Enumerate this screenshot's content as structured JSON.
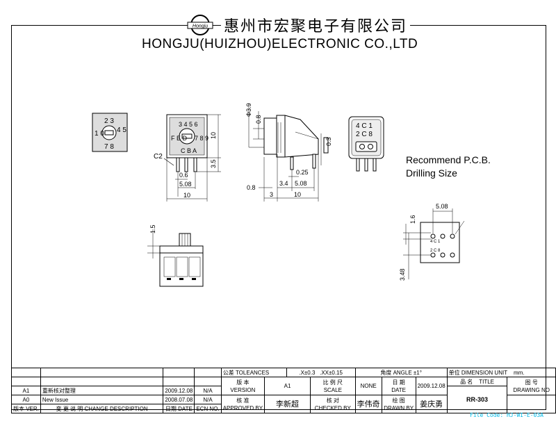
{
  "header": {
    "company_cn": "惠州市宏聚电子有限公司",
    "company_en": "HONGJU(HUIZHOU)ELECTRONIC CO.,LTD",
    "logo_text": "Hongju"
  },
  "drawing": {
    "front_dial_top": "2 3",
    "front_dial_right": "4 5",
    "front_dial_left": "1 0",
    "front_dial_bottom": "7 8",
    "hex_dial_top": "3 4 5 6",
    "hex_dial_left": "F E D",
    "hex_dial_bottom": "C B A",
    "hex_dial_right": "7 8 9",
    "label_c2": "C2",
    "dim_10_vertical": "10",
    "dim_3_5": "3.5",
    "dim_0_6": "0.6",
    "dim_5_08_a": "5.08",
    "dim_10_a": "10",
    "dim_phi_3_9": "Φ3.9",
    "dim_0_8_top": "0.8",
    "dim_0_3": "0.3",
    "dim_0_25": "0.25",
    "dim_3_4": "3.4",
    "dim_5_08_b": "5.08",
    "dim_0_8_left": "0.8",
    "dim_3": "3",
    "dim_10_b": "10",
    "code_top": "4 C 1",
    "code_bottom": "2 C 8",
    "dim_1_5": "1.5",
    "pcb_5_08": "5.08",
    "pcb_1_6": "1.6",
    "pcb_3_48": "3.48",
    "pcb_pin_top": "4 C 1",
    "pcb_pin_bottom": "2 C 8",
    "recommend_line1": "Recommend  P.C.B.",
    "recommend_line2": "Drilling Size"
  },
  "titleblock": {
    "tolerance_label": "公差 TOLEANCES",
    "tol_x": ".X±0.3",
    "tol_xx": ".XX±0.15",
    "angle": "角度 ANGLE ±1°",
    "unit_label": "单位  DIMENSION UNIT",
    "unit_value": "mm.",
    "rows": [
      {
        "ver": "A1",
        "desc": "重新核对整理",
        "date": "2009.12.08",
        "ecn": "N/A"
      },
      {
        "ver": "A0",
        "desc": "New Issue",
        "date": "2008.07.08",
        "ecn": "N/A"
      }
    ],
    "footer_ver": "版本 VER.",
    "footer_desc": "变 更 说 明   CHANGE DESCRIPTION",
    "footer_date": "日期 DATE",
    "footer_ecn": "ECN NO.",
    "version_cn": "版  本",
    "version_en": "VERSION",
    "version_value": "A1",
    "scale_cn": "比 例 尺",
    "scale_en": "SCALE",
    "scale_value": "NONE",
    "date_cn": "日  期",
    "date_en": "DATE",
    "date_value": "2009.12.08",
    "title_cn": "品  名",
    "title_en": "TITLE",
    "dwg_cn": "图    号",
    "dwg_en": "DRAWING NO",
    "approved_cn": "核  准",
    "approved_en": "APPROVED BY",
    "approved_name": "李新超",
    "checked_cn": "核  对",
    "checked_en": "CHECKED BY",
    "checked_name": "李伟奇",
    "drawn_cn": "绘  图",
    "drawn_en": "DRAWN BY",
    "drawn_name": "姜庆勇",
    "part_no": "RR-303"
  },
  "file_code": "File Code: HJ-WI-E-03A"
}
